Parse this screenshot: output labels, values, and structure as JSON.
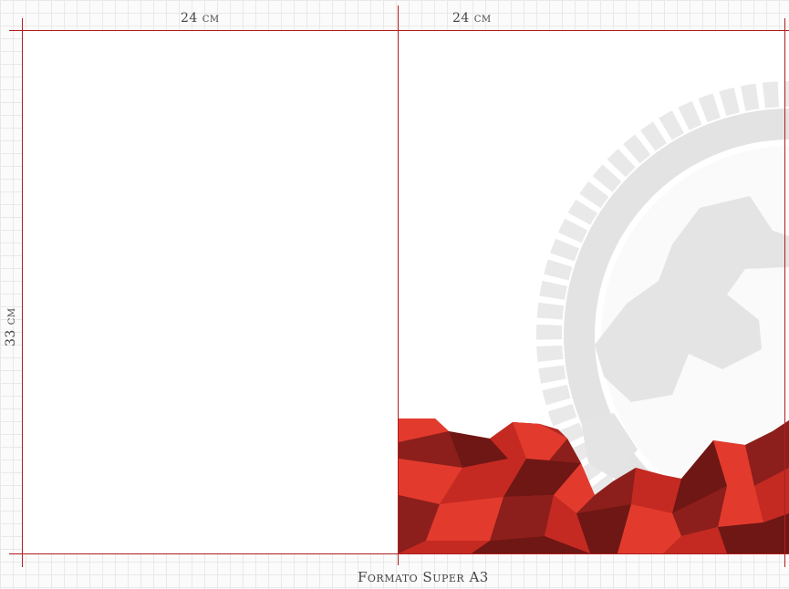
{
  "labels": {
    "width_left": "24 cm",
    "width_right": "24 cm",
    "height": "33 cm",
    "format": "Formato Super A3"
  },
  "colors": {
    "guide_line": "#b01e1e",
    "grid": "#e9e9e9",
    "paper": "#ffffff",
    "red_light": "#e23b2e",
    "red_mid": "#c42a22",
    "red_dark": "#8c1f1b",
    "red_deep": "#6e1714",
    "watermark": "#e6e6e6"
  },
  "graphics": {
    "left_page": "blank-panel",
    "right_page": [
      "wheel-watermark-icon",
      "red-lowpoly-pattern"
    ]
  }
}
